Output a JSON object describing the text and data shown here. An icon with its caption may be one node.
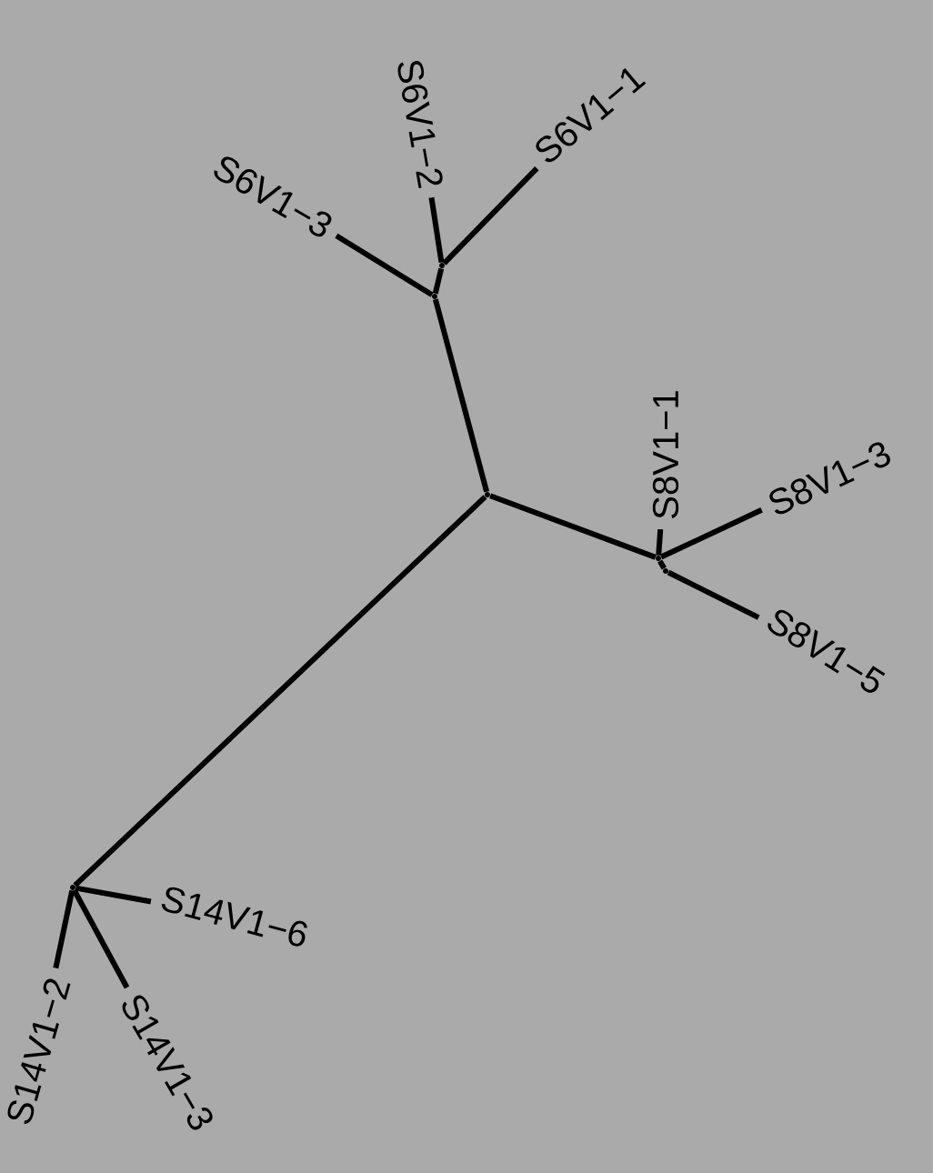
{
  "diagram": {
    "nodes": [
      {
        "text": [
          "S6V1−2"
        ]
      },
      {
        "text": [
          "S6V1−1"
        ]
      },
      {
        "text": [
          "S6V1−3"
        ]
      },
      {
        "text": [
          "S8V1−1"
        ]
      },
      {
        "text": [
          "S8V1−3"
        ]
      },
      {
        "text": [
          "S8V1−5"
        ]
      },
      {
        "text": [
          "S14V1−6"
        ]
      },
      {
        "text": [
          "S14V1−2"
        ]
      },
      {
        "text": [
          "S14V1−3"
        ]
      },
      {
        "text": [],
        "shape": "point"
      },
      {
        "text": [],
        "shape": "point"
      },
      {
        "text": [],
        "shape": "point"
      },
      {
        "text": [],
        "shape": "point"
      },
      {
        "text": [],
        "shape": "point"
      },
      {
        "text": [],
        "shape": "point"
      }
    ],
    "edges": [
      {
        "from": 11,
        "to": 10,
        "arrow": "none"
      },
      {
        "from": 10,
        "to": 2,
        "arrow": "none"
      },
      {
        "from": 10,
        "to": 9,
        "arrow": "none"
      },
      {
        "from": 9,
        "to": 0,
        "arrow": "none"
      },
      {
        "from": 9,
        "to": 1,
        "arrow": "none"
      },
      {
        "from": 11,
        "to": 12,
        "arrow": "none"
      },
      {
        "from": 12,
        "to": 3,
        "arrow": "none"
      },
      {
        "from": 12,
        "to": 4,
        "arrow": "none"
      },
      {
        "from": 12,
        "to": 13,
        "arrow": "none"
      },
      {
        "from": 13,
        "to": 5,
        "arrow": "none"
      },
      {
        "from": 11,
        "to": 14,
        "arrow": "none"
      },
      {
        "from": 14,
        "to": 6,
        "arrow": "none"
      },
      {
        "from": 14,
        "to": 7,
        "arrow": "none"
      },
      {
        "from": 14,
        "to": 8,
        "arrow": "none"
      }
    ]
  }
}
